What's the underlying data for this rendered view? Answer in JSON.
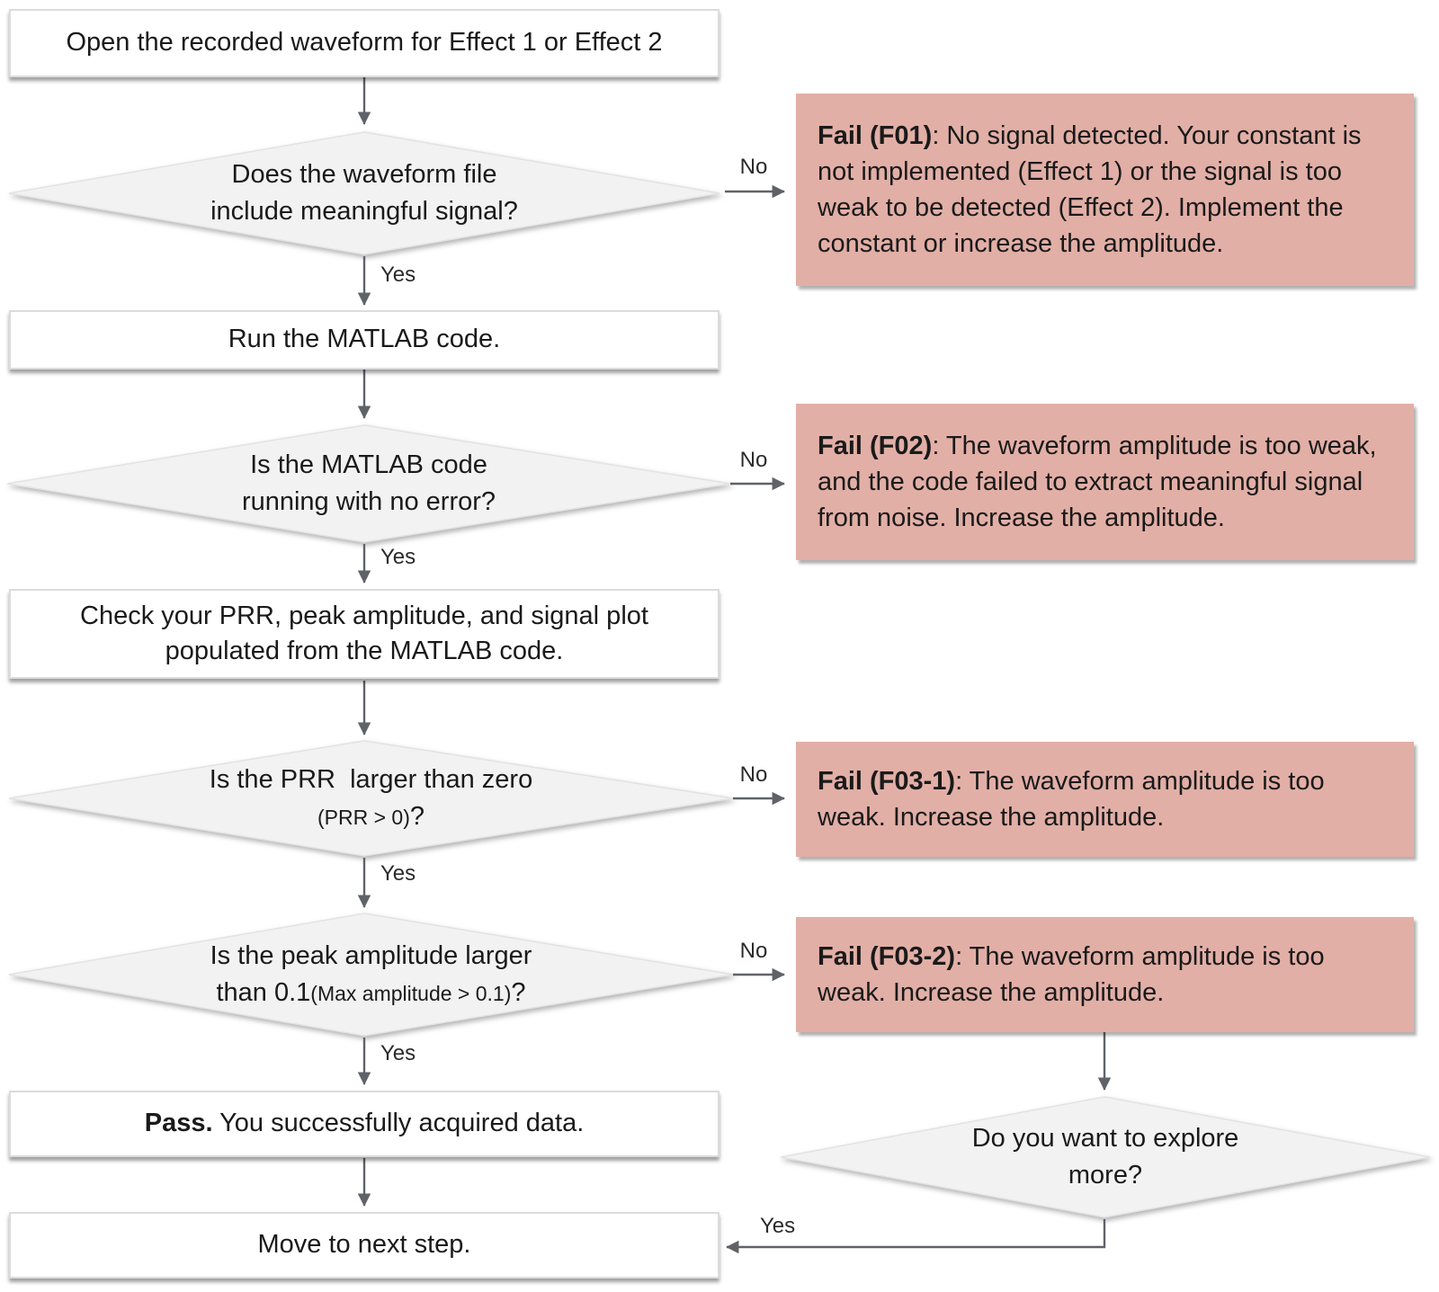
{
  "flowchart": {
    "nodes": {
      "box1": {
        "label": "Open the recorded waveform for Effect 1 or Effect 2"
      },
      "d1": {
        "line1": "Does the waveform file",
        "line2": "include meaningful signal?"
      },
      "f01": {
        "title": "Fail (F01)",
        "body": ": No signal detected. Your constant is not implemented (Effect 1) or the signal is too weak to be detected (Effect 2). Implement the constant or increase the amplitude."
      },
      "box2": {
        "label": "Run the MATLAB code."
      },
      "d2": {
        "line1": "Is the MATLAB code",
        "line2": "running with no error?"
      },
      "f02": {
        "title": "Fail (F02)",
        "body": ": The waveform amplitude is too weak, and the code failed to extract meaningful signal from noise. Increase the amplitude."
      },
      "box3": {
        "line1": "Check your PRR, peak amplitude, and signal plot",
        "line2": "populated from the MATLAB code."
      },
      "d3": {
        "line1": "Is the PRR  larger than zero",
        "condition": "(PRR > 0)",
        "suffix": "?"
      },
      "f03_1": {
        "title": "Fail (F03-1)",
        "body": ": The waveform amplitude is too weak. Increase the amplitude."
      },
      "d4": {
        "line1": "Is the peak amplitude larger",
        "line2_prefix": "than 0.1",
        "condition": "(Max amplitude > 0.1)",
        "suffix": "?"
      },
      "f03_2": {
        "title": "Fail (F03-2)",
        "body": ": The waveform amplitude is too weak. Increase the amplitude."
      },
      "pass": {
        "title": "Pass.",
        "body": "You successfully acquired data."
      },
      "move": {
        "label": "Move to next step."
      },
      "d5": {
        "line1": "Do you want to explore",
        "line2": "more?"
      }
    },
    "edge_labels": {
      "no1": "No",
      "yes1": "Yes",
      "no2": "No",
      "yes2": "Yes",
      "no3": "No",
      "yes3": "Yes",
      "no4": "No",
      "yes4": "Yes",
      "yes5": "Yes"
    },
    "colors": {
      "fail_fill": "#e2afa6",
      "decision_fill": "#f2f2f2",
      "process_fill": "#ffffff",
      "arrow": "#5f6368"
    }
  }
}
